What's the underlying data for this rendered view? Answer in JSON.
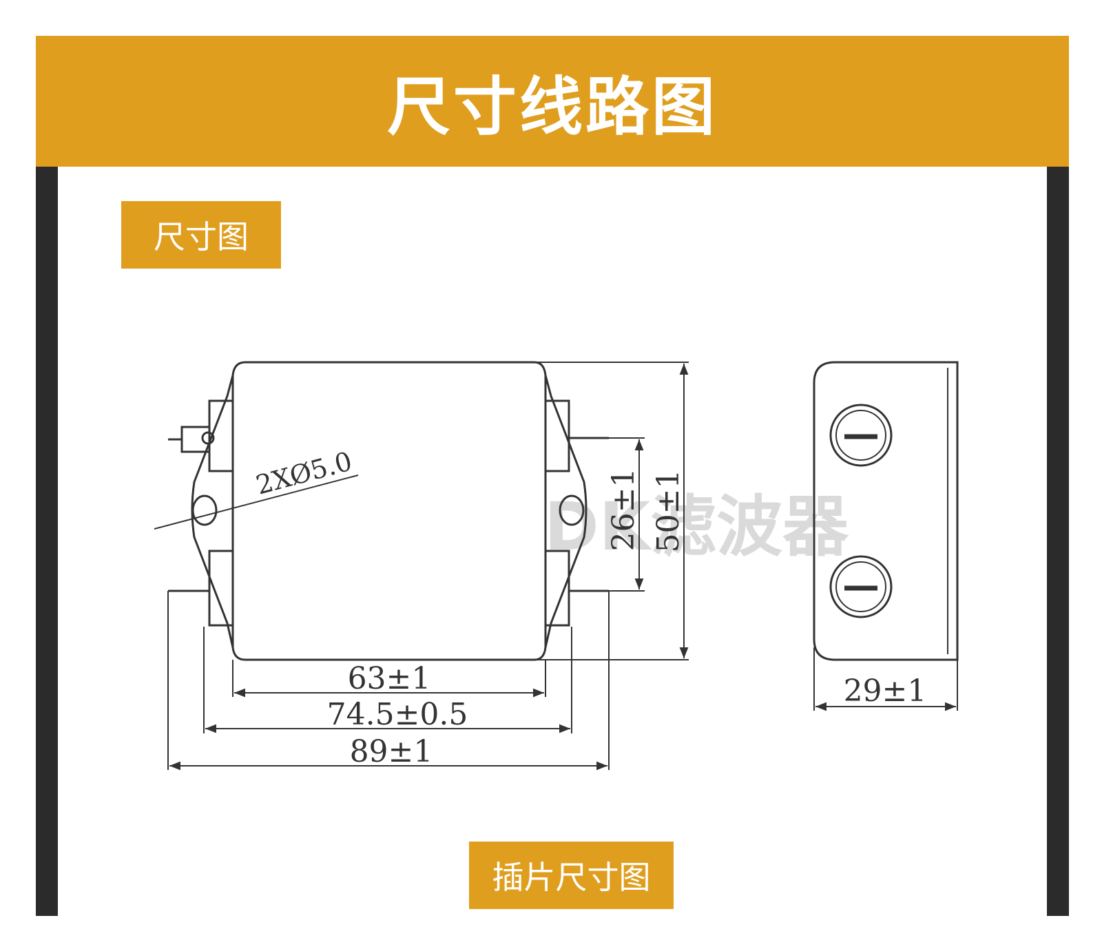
{
  "title": "尺寸线路图",
  "sections": {
    "dimension_drawing": "尺寸图",
    "pin_dimension_drawing": "插片尺寸图"
  },
  "dimensions": {
    "width_body": "63±1",
    "width_mount": "74.5±0.5",
    "width_overall": "89±1",
    "height_overall": "50±1",
    "height_pins": "26±1",
    "hole": "2XØ5.0",
    "depth": "29±1"
  },
  "watermark": "DK滤波器",
  "colors": {
    "accent": "#E09E1F",
    "bar": "#2B2B2B",
    "line": "#333333",
    "watermark": "#D6D6D6"
  }
}
